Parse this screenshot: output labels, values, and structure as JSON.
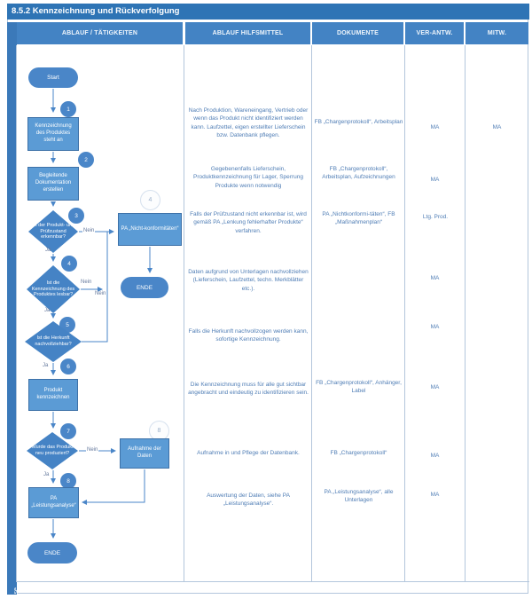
{
  "title": "8.5.2 Kennzeichnung und Rückverfolgung",
  "phase": "Phase",
  "header": {
    "col1": "ABLAUF / TÄTIGKEITEN",
    "col2": "ABLAUF HILFSMITTEL",
    "col3": "DOKUMENTE",
    "col4": "VER-ANTW.",
    "col5": "MITW."
  },
  "flow": {
    "start": "Start",
    "ende": "ENDE",
    "ja": "Ja",
    "nein": "Nein",
    "circles": [
      "1",
      "2",
      "3",
      "4",
      "5",
      "6",
      "7",
      "8"
    ],
    "side_circles": [
      "4",
      "8"
    ],
    "nodes": {
      "step1": "Kennzeichnung des Produktes steht an",
      "step2": "Begleitende Dokumentation erstellen",
      "dec3": "Ist der Produkt- und Prüfzustand erkennbar?",
      "pa_nichtkonformitaeten": "PA „Nicht-konformitäten“",
      "dec4": "Ist die Kennzeichnung des Produktes lesbar?",
      "dec5": "Ist die Herkunft nachvollziehbar?",
      "step6": "Produkt kennzeichnen",
      "dec7": "Wurde das Produkt neu produziert?",
      "aufnahme": "Aufnahme der Daten",
      "step8": "PA „Leistungsanalyse“"
    }
  },
  "rows": [
    {
      "help": "Nach Produktion, Wareneingang, Vertrieb oder wenn das Produkt nicht identifiziert werden kann. Laufzettel, eigen erstellter Lieferschein bzw. Datenbank pflegen.",
      "docs": "FB „Chargenprotokoll“, Arbeitsplan",
      "ver": "MA",
      "mitw": "MA"
    },
    {
      "help": "Gegebenenfalls Lieferschein, Produktkennzeichnung für Lager, Sperrung Produkte wenn notwendig",
      "docs": "FB „Chargenprotokoll“, Arbeitsplan, Aufzeichnungen",
      "ver": "MA",
      "mitw": ""
    },
    {
      "help": "Falls der Prüfzustand nicht erkennbar ist, wird gemäß PA „Lenkung fehlerhafter Produkte“ verfahren.",
      "docs": "PA „Nichtkonformi-täten“, FB „Maßnahmenplan“",
      "ver": "Ltg. Prod.",
      "mitw": ""
    },
    {
      "help": "Daten aufgrund von Unterlagen nachvollziehen (Lieferschein, Laufzettel, techn. Merkblätter etc.).",
      "docs": "",
      "ver": "MA",
      "mitw": ""
    },
    {
      "help": "Falls die Herkunft nachvollzogen werden kann, sofortige Kennzeichnung.",
      "docs": "",
      "ver": "MA",
      "mitw": ""
    },
    {
      "help": "Die Kennzeichnung muss für alle gut sichtbar angebracht und eindeutig zu identifizieren sein.",
      "docs": "FB „Chargenprotokoll“, Anhänger, Label",
      "ver": "MA",
      "mitw": ""
    },
    {
      "help": "Aufnahme in und Pflege der Datenbank.",
      "docs": "FB „Chargenprotokoll“",
      "ver": "MA",
      "mitw": ""
    },
    {
      "help": "Auswertung der Daten, siehe PA „Leistungsanalyse“.",
      "docs": "PA „Leistungsanalyse“, alle Unterlagen",
      "ver": "MA",
      "mitw": ""
    }
  ],
  "colors": {
    "accent": "#2E74B5",
    "shape": "#5B9BD5",
    "pill": "#4A86C8"
  }
}
